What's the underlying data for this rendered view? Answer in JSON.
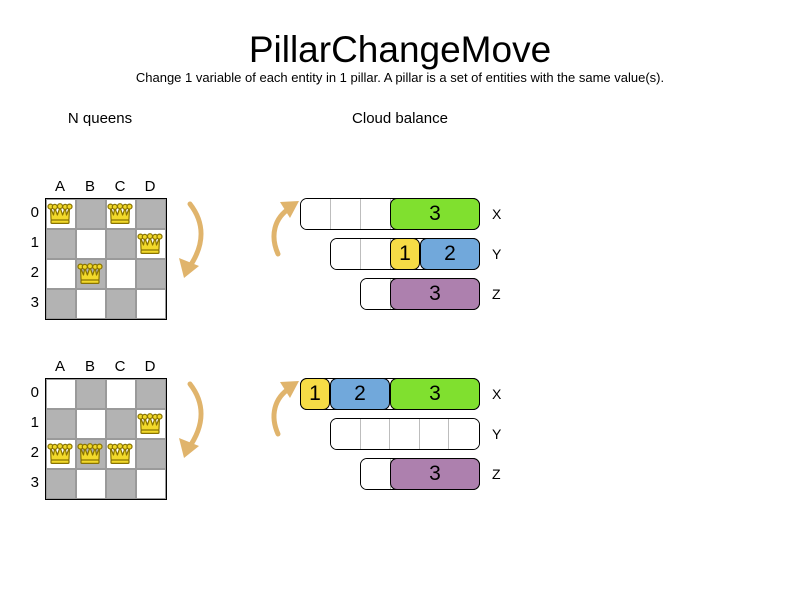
{
  "header": {
    "title": "PillarChangeMove",
    "subtitle": "Change 1 variable of each entity in 1 pillar. A pillar is a set of entities with the same value(s)."
  },
  "sections": {
    "nqueens_label": "N queens",
    "cloud_label": "Cloud balance"
  },
  "nqueens": {
    "columns": [
      "A",
      "B",
      "C",
      "D"
    ],
    "rows": [
      "0",
      "1",
      "2",
      "3"
    ],
    "before": {
      "queens": [
        {
          "col": 0,
          "row": 0
        },
        {
          "col": 2,
          "row": 0
        },
        {
          "col": 3,
          "row": 1
        },
        {
          "col": 1,
          "row": 2
        }
      ]
    },
    "after": {
      "queens": [
        {
          "col": 3,
          "row": 1
        },
        {
          "col": 0,
          "row": 2
        },
        {
          "col": 1,
          "row": 2
        },
        {
          "col": 2,
          "row": 2
        }
      ]
    }
  },
  "cloud": {
    "colors": {
      "one": "#F6DC46",
      "two": "#71A8DB",
      "three": "#80E02F",
      "purple": "#AD80AE"
    },
    "before": [
      {
        "name": "X",
        "capacity": 6,
        "empty_cells": 3,
        "segments": [
          {
            "label": "3",
            "units": 3,
            "color": "three"
          }
        ]
      },
      {
        "name": "Y",
        "capacity": 5,
        "empty_cells": 2,
        "segments": [
          {
            "label": "1",
            "units": 1,
            "color": "one"
          },
          {
            "label": "2",
            "units": 2,
            "color": "two"
          }
        ]
      },
      {
        "name": "Z",
        "capacity": 4,
        "empty_cells": 1,
        "segments": [
          {
            "label": "3",
            "units": 3,
            "color": "purple"
          }
        ]
      }
    ],
    "after": [
      {
        "name": "X",
        "capacity": 6,
        "empty_cells": 0,
        "segments": [
          {
            "label": "1",
            "units": 1,
            "color": "one"
          },
          {
            "label": "2",
            "units": 2,
            "color": "two"
          },
          {
            "label": "3",
            "units": 3,
            "color": "three"
          }
        ]
      },
      {
        "name": "Y",
        "capacity": 5,
        "empty_cells": 5,
        "segments": []
      },
      {
        "name": "Z",
        "capacity": 4,
        "empty_cells": 1,
        "segments": [
          {
            "label": "3",
            "units": 3,
            "color": "purple"
          }
        ]
      }
    ]
  },
  "arrows": {
    "queens_arrow": "curved-arrow-down",
    "cloud_arrow": "curved-arrow-up"
  }
}
